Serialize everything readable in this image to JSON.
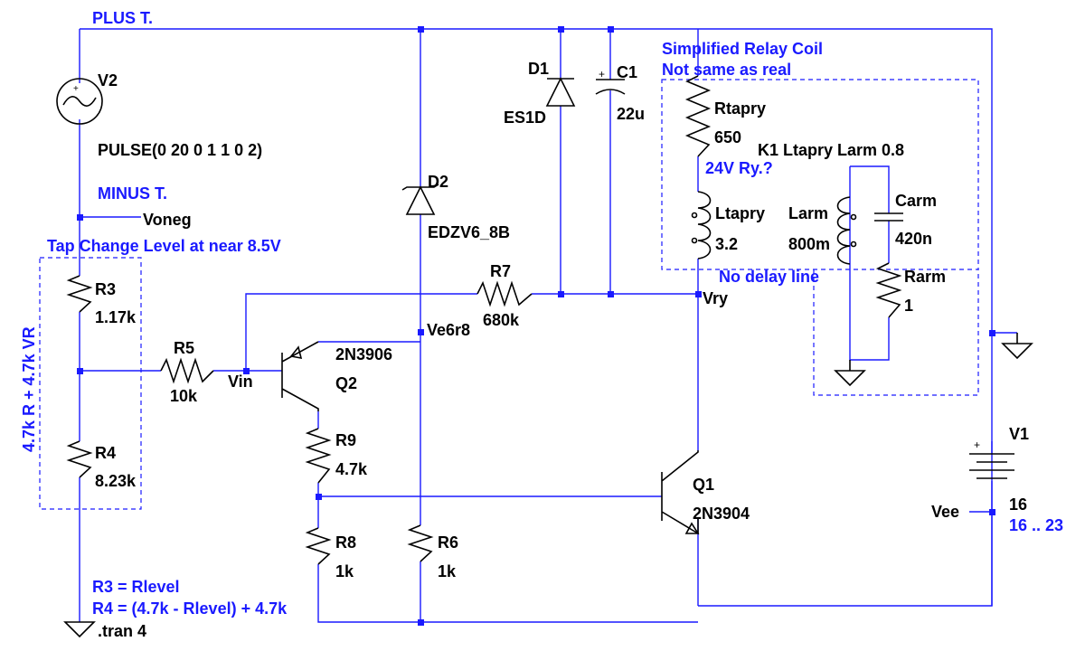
{
  "nets": {
    "plus": "PLUS T.",
    "minus": "MINUS T.",
    "voneg": "Voneg",
    "vin": "Vin",
    "ve6r8": "Ve6r8",
    "vry": "Vry",
    "vee": "Vee"
  },
  "v2": {
    "name": "V2",
    "value": "PULSE(0 20 0 1 1 0 2)"
  },
  "v1": {
    "name": "V1",
    "value": "16",
    "step": "16 .. 23"
  },
  "d1": {
    "name": "D1",
    "model": "ES1D"
  },
  "d2": {
    "name": "D2",
    "model": "EDZV6_8B"
  },
  "c1": {
    "name": "C1",
    "value": "22u"
  },
  "r3": {
    "name": "R3",
    "value": "1.17k"
  },
  "r4": {
    "name": "R4",
    "value": "8.23k"
  },
  "r5": {
    "name": "R5",
    "value": "10k"
  },
  "r6": {
    "name": "R6",
    "value": "1k"
  },
  "r7": {
    "name": "R7",
    "value": "680k"
  },
  "r8": {
    "name": "R8",
    "value": "1k"
  },
  "r9": {
    "name": "R9",
    "value": "4.7k"
  },
  "q1": {
    "name": "Q1",
    "model": "2N3904"
  },
  "q2": {
    "name": "Q2",
    "model": "2N3906"
  },
  "rtapry": {
    "name": "Rtapry",
    "value": "650"
  },
  "ltapry": {
    "name": "Ltapry",
    "value": "3.2"
  },
  "larm": {
    "name": "Larm",
    "value": "800m"
  },
  "carm": {
    "name": "Carm",
    "value": "420n"
  },
  "rarm": {
    "name": "Rarm",
    "value": "1"
  },
  "notes": {
    "relay_title_1": "Simplified Relay Coil",
    "relay_title_2": "Not same as real",
    "k1": "K1 Ltapry Larm 0.8",
    "ry": "24V Ry.?",
    "no_delay": "No delay line",
    "tap_change": "Tap Change Level at near 8.5V",
    "vr": "4.7k R + 4.7k VR",
    "rlevel_1": "R3 = Rlevel",
    "rlevel_2": "R4 = (4.7k - Rlevel) + 4.7k",
    "tran": ".tran 4"
  }
}
